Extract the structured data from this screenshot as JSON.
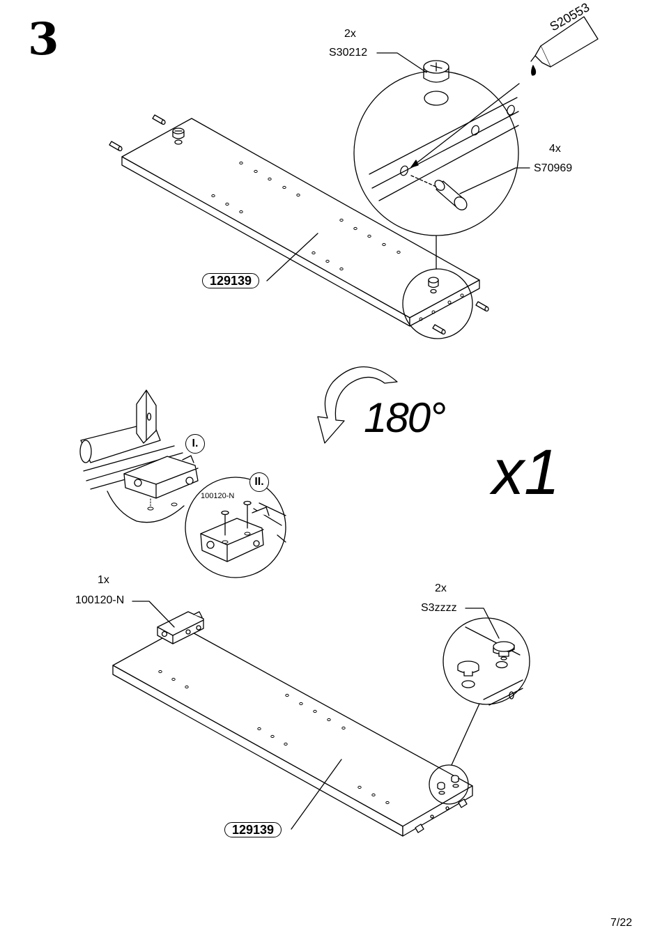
{
  "step": {
    "number": "3"
  },
  "top_panel": {
    "panel_label": "129139",
    "cam_fitting": {
      "qty": "2x",
      "code": "S30212"
    },
    "glue": {
      "code": "S20553"
    },
    "dowel": {
      "qty": "4x",
      "code": "S70969"
    }
  },
  "rotation": {
    "text": "180°"
  },
  "multiplier": {
    "text": "x1"
  },
  "hinge_detail": {
    "step_one": "I.",
    "step_two": "II.",
    "part_code": "100120-N"
  },
  "bottom_panel": {
    "panel_label": "129139",
    "bracket": {
      "qty": "1x",
      "code": "100120-N"
    },
    "caps": {
      "qty": "2x",
      "code": "S3zzzz"
    }
  },
  "footer": {
    "page": "7/22"
  }
}
